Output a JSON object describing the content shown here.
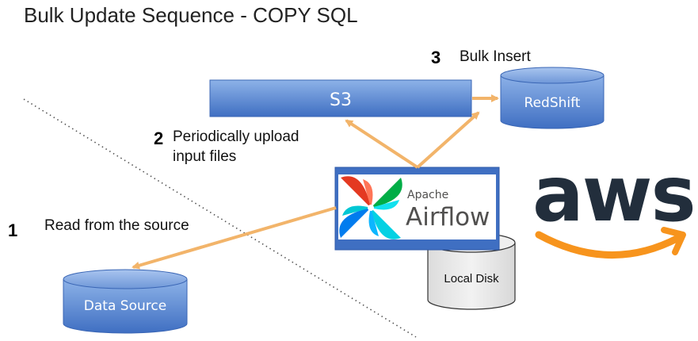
{
  "title": "Bulk Update Sequence - COPY SQL",
  "steps": [
    {
      "number": "1",
      "text": "Read from the source"
    },
    {
      "number": "2",
      "text_line1": "Periodically upload",
      "text_line2": "input files"
    },
    {
      "number": "3",
      "text": "Bulk Insert"
    }
  ],
  "nodes": {
    "s3": "S3",
    "redshift": "RedShift",
    "data_source": "Data Source",
    "local_disk": "Local Disk",
    "airflow_small": "Apache",
    "airflow_big": "Airflow"
  },
  "aws_logo": "aws",
  "colors": {
    "blue_light": "#7fa6df",
    "blue_dark": "#3f6fc2",
    "arrow": "#f2b46a",
    "aws_text": "#222e3c",
    "aws_smile": "#f7941d"
  }
}
